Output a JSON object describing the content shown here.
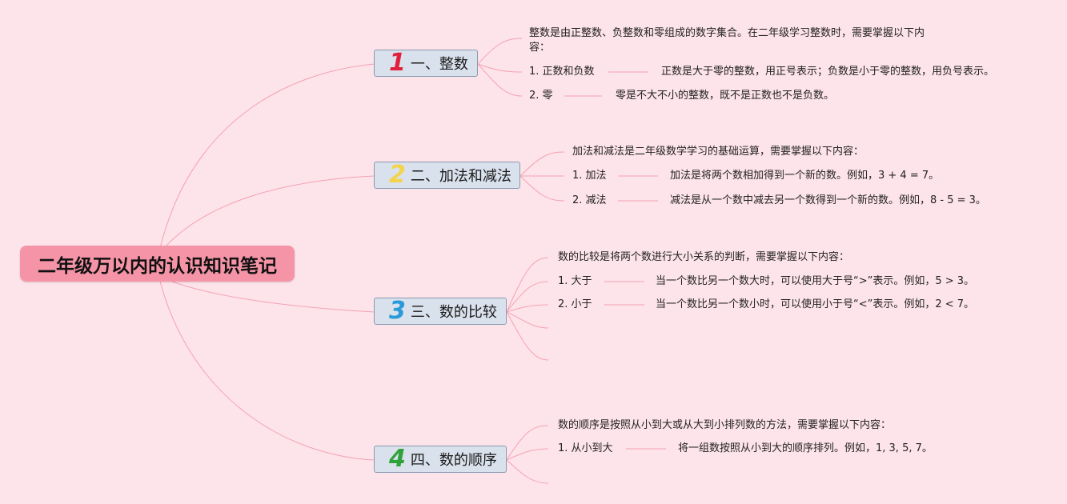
{
  "root": {
    "title": "二年级万以内的认识知识笔记"
  },
  "colors": {
    "background": "#fde3ea",
    "root_fill": "#f594a7",
    "branch_fill": "#d9e1ec",
    "link": "#f4a3b4"
  },
  "branches": [
    {
      "number": "1",
      "number_color": "#e0203c",
      "title": "一、整数",
      "intro": "整数是由正整数、负整数和零组成的数字集合。在二年级学习整数时，需要掌握以下内容：",
      "items": [
        {
          "label": "1. 正数和负数",
          "desc": "正数是大于零的整数，用正号表示；负数是小于零的整数，用负号表示。"
        },
        {
          "label": "2. 零",
          "desc": "零是不大不小的整数，既不是正数也不是负数。"
        }
      ]
    },
    {
      "number": "2",
      "number_color": "#f3d44a",
      "title": "二、加法和减法",
      "intro": "加法和减法是二年级数学学习的基础运算，需要掌握以下内容：",
      "items": [
        {
          "label": "1. 加法",
          "desc": "加法是将两个数相加得到一个新的数。例如，3 + 4 = 7。"
        },
        {
          "label": "2. 减法",
          "desc": "减法是从一个数中减去另一个数得到一个新的数。例如，8 - 5 = 3。"
        }
      ]
    },
    {
      "number": "3",
      "number_color": "#2a9ad9",
      "title": "三、数的比较",
      "intro": "数的比较是将两个数进行大小关系的判断，需要掌握以下内容：",
      "items": [
        {
          "label": "1. 大于",
          "desc": "当一个数比另一个数大时，可以使用大于号“>”表示。例如，5 > 3。"
        },
        {
          "label": "2. 小于",
          "desc": "当一个数比另一个数小时，可以使用小于号“<”表示。例如，2 < 7。"
        }
      ]
    },
    {
      "number": "4",
      "number_color": "#2fa33a",
      "title": "四、数的顺序",
      "intro": "数的顺序是按照从小到大或从大到小排列数的方法，需要掌握以下内容：",
      "items": [
        {
          "label": "1. 从小到大",
          "desc": "将一组数按照从小到大的顺序排列。例如，1, 3, 5, 7。"
        }
      ]
    }
  ]
}
